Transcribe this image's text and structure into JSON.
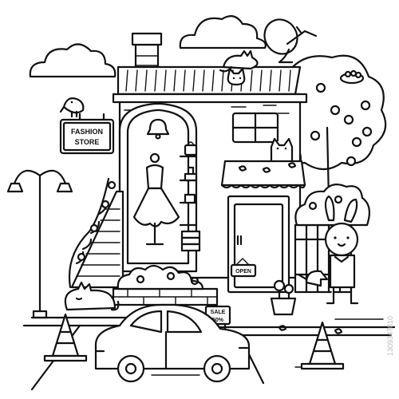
{
  "sign": {
    "line1": "FASHION",
    "line2": "STORE"
  },
  "door": {
    "open_label": "OPEN"
  },
  "sale": {
    "line1": "SALE",
    "line2": "50%"
  },
  "watermark": {
    "id": "1309347010"
  }
}
